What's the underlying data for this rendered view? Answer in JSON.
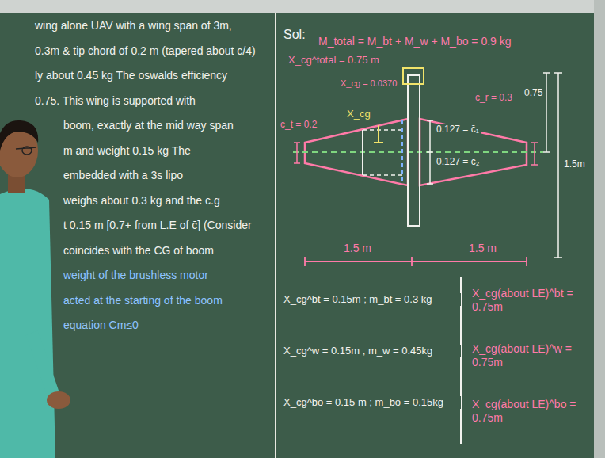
{
  "diagram": {
    "labels": [
      "wing alone UAV with a wing span of 3m,",
      "0.3m & tip chord of 0.2 m (tapered about c/4)",
      "ly about 0.45 kg The oswalds efficiency",
      "0.75. This wing is supported with",
      "boom, exactly at the mid way span",
      "m and weight 0.15 kg The",
      "embedded with a 3s lipo",
      "weighs about 0.3 kg and the c.g",
      "t 0.15 m [0.7+ from L.E of c̄] (Consider",
      "coincides with the CG of boom",
      "weight of the brushless motor",
      "acted at the starting of the boom",
      "equation Cm≤0",
      "Sol:",
      "M_total = M_bt + M_w + M_bo = 0.9 kg",
      "X_cg^total = 0.75 m",
      "X_cg = 0.0370",
      "X_cg",
      "c_t = 0.2",
      "c_r = 0.3",
      "0.127 = c̄₁",
      "0.127 = c̄₂",
      "0.75",
      "1.5m",
      "1.5 m",
      "1.5 m",
      "X_cg^bt = 0.15m ; m_bt = 0.3 kg",
      "X_cg^w = 0.15m , m_w = 0.45kg",
      "X_cg^bo = 0.15 m ; m_bo = 0.15kg",
      "X_cg(about LE)^bt = 0.75m",
      "X_cg(about LE)^w = 0.75m",
      "X_cg(about LE)^bo = 0.75m"
    ]
  }
}
